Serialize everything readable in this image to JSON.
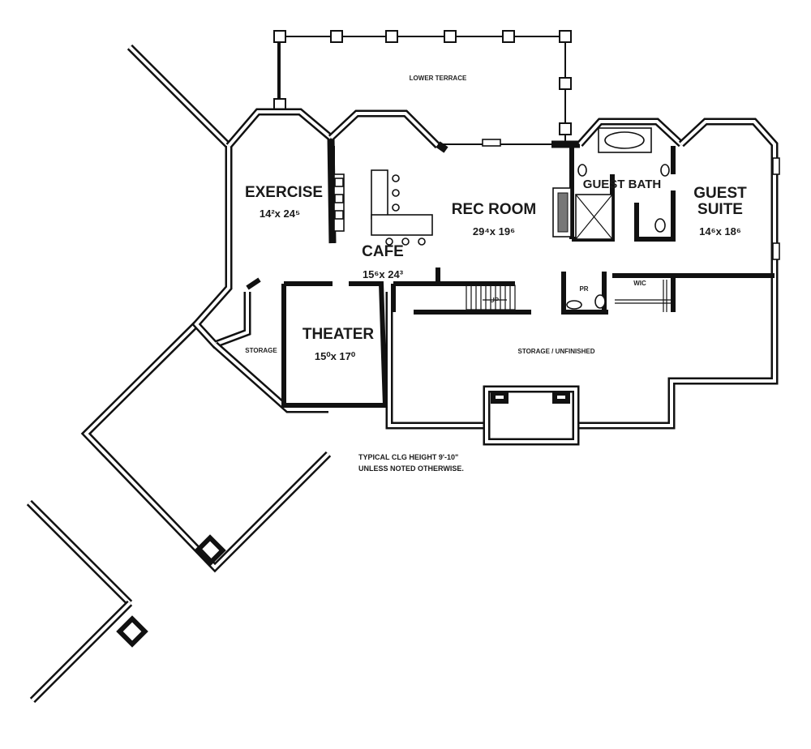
{
  "plan": {
    "rooms": {
      "exercise": {
        "name": "EXERCISE",
        "dim": "14²x 24⁵"
      },
      "cafe": {
        "name": "CAFE",
        "dim": "15⁶x 24³"
      },
      "rec_room": {
        "name": "REC ROOM",
        "dim": "29⁴x 19⁶"
      },
      "guest_bath": {
        "name": "GUEST BATH"
      },
      "guest_suite": {
        "name": "GUEST",
        "name2": "SUITE",
        "dim": "14⁶x 18⁶"
      },
      "theater": {
        "name": "THEATER",
        "dim": "15⁰x 17⁰"
      }
    },
    "labels": {
      "lower_terrace": "LOWER TERRACE",
      "storage_left": "STORAGE",
      "storage_unfinished": "STORAGE / UNFINISHED",
      "pr": "PR",
      "wic": "WIC",
      "up": "UP"
    },
    "note": {
      "line1": "TYPICAL CLG HEIGHT 9'-10\"",
      "line2": "UNLESS NOTED OTHERWISE."
    }
  }
}
